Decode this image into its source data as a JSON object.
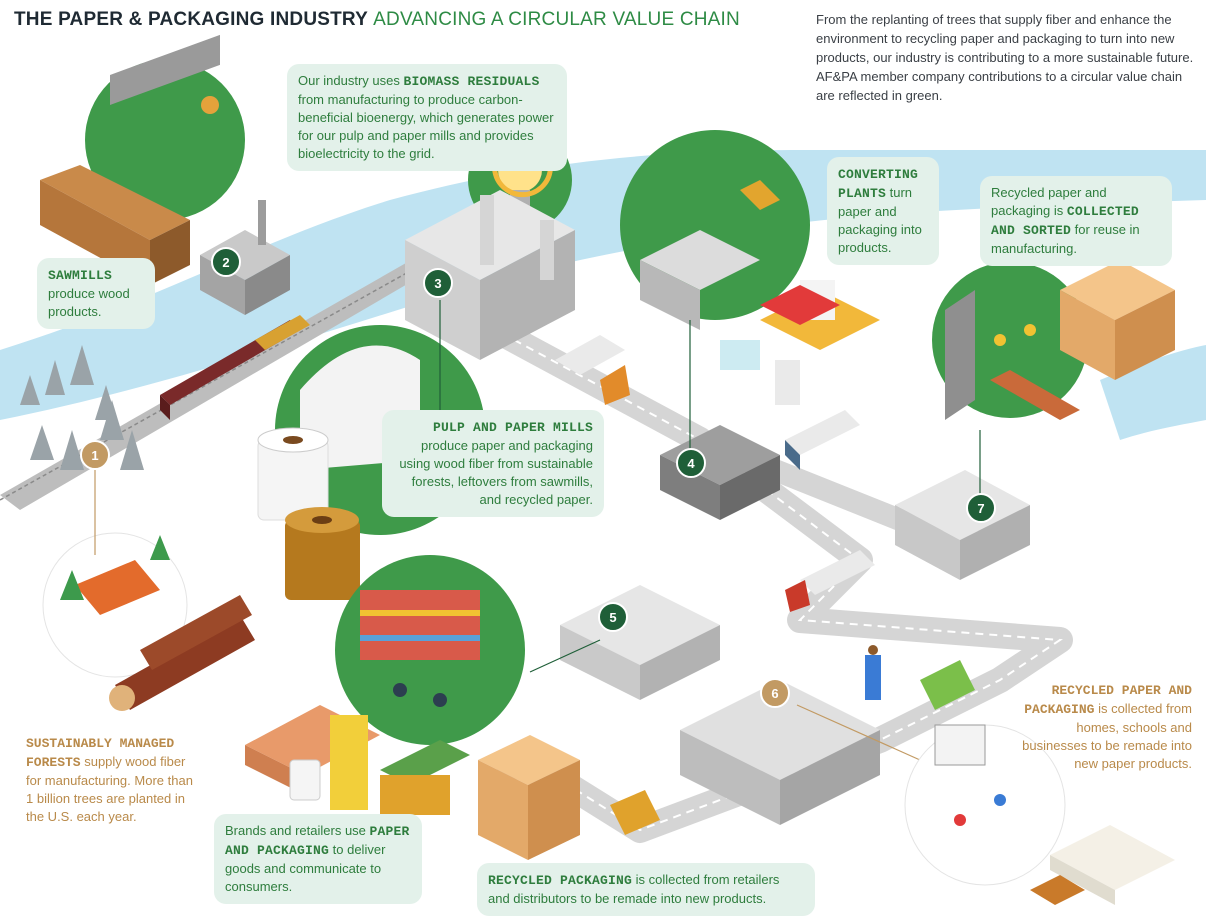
{
  "title": {
    "part1": "THE PAPER & PACKAGING INDUSTRY",
    "part2": "ADVANCING A CIRCULAR VALUE CHAIN"
  },
  "intro": "From the replanting of trees that supply fiber and enhance the environment to recycling paper and packaging to turn into new products, our industry is contributing to a more sustainable future. AF&PA member company contributions to a circular value chain are reflected in green.",
  "steps": {
    "s1": {
      "number": "1",
      "bold": "SUSTAINABLY MANAGED FORESTS",
      "text": " supply wood fiber for manufacturing. More than 1 billion trees are planted in the U.S. each year."
    },
    "s2": {
      "number": "2",
      "bold": "SAWMILLS",
      "text": " produce wood products."
    },
    "s3": {
      "number": "3",
      "bold": "PULP AND PAPER MILLS",
      "text": " produce paper and packaging using wood fiber from sustainable forests, leftovers from sawmills, and recycled paper."
    },
    "s4": {
      "number": "4",
      "bold": "CONVERTING PLANTS",
      "text": " turn paper and packaging into products."
    },
    "s5": {
      "number": "5",
      "pre": "Brands and retailers use ",
      "bold": "PAPER AND PACKAGING",
      "text": " to deliver goods and communicate to consumers."
    },
    "s6": {
      "number": "6",
      "bold": "RECYCLED PAPER AND PACKAGING",
      "text": " is collected from homes, schools and businesses to be remade into new paper products."
    },
    "s7": {
      "number": "7",
      "pre": "Recycled paper and packaging is ",
      "bold": "COLLECTED AND SORTED",
      "text": " for reuse in manufacturing."
    }
  },
  "biomass": {
    "pre": "Our industry uses ",
    "bold": "BIOMASS RESIDUALS",
    "text": " from manufacturing to produce carbon-beneficial bioenergy, which generates power for our pulp and paper mills and provides bioelectricity to the grid."
  },
  "recycled_packaging": {
    "bold": "RECYCLED PACKAGING",
    "text": " is collected from retailers and distributors to be remade into new products."
  },
  "colors": {
    "green": "#2e8b45",
    "dark_green": "#1f5f38",
    "tan": "#b98a4a",
    "callout_bg": "#e3f1ea",
    "river": "#bfe3f2",
    "road": "#cfcfcf"
  }
}
